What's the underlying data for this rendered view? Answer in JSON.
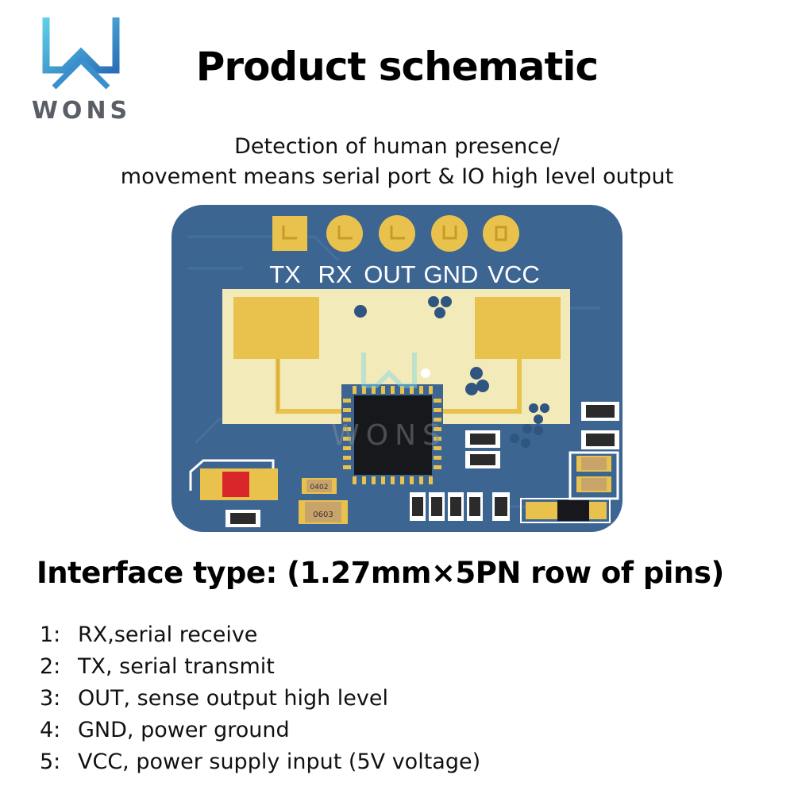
{
  "brand": {
    "wordmark": "WONS",
    "icon": "wons-w-logo-icon"
  },
  "header": {
    "title": "Product schematic",
    "subtitle_line1": "Detection of human presence/",
    "subtitle_line2": "movement means serial port & IO high level output"
  },
  "board": {
    "pin_labels": [
      "TX",
      "RX",
      "OUT",
      "GND",
      "VCC"
    ],
    "component_labels": [
      "0402",
      "0603"
    ],
    "watermark": "WONS",
    "colors": {
      "pcb": "#3c6592",
      "pad": "#e8c24c",
      "silkscreen": "#ffffff",
      "chip": "#16181c",
      "antenna_area": "#f2eab8"
    }
  },
  "interface": {
    "label": "Interface type: (1.27mm×5PN row of pins)"
  },
  "pins": [
    {
      "num": "1:",
      "text": "RX,serial receive"
    },
    {
      "num": "2:",
      "text": "TX, serial transmit"
    },
    {
      "num": "3:",
      "text": "OUT, sense output high level"
    },
    {
      "num": "4:",
      "text": "GND, power ground"
    },
    {
      "num": "5:",
      "text": "VCC, power supply input (5V voltage)"
    }
  ]
}
